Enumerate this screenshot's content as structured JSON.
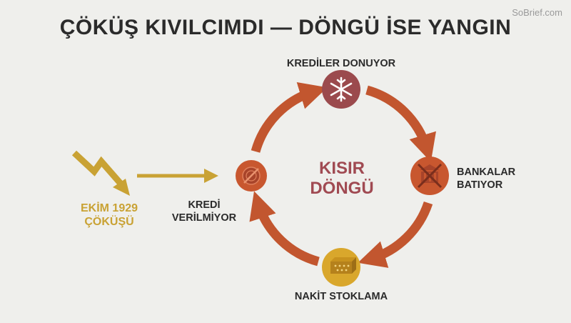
{
  "header": {
    "title": "ÇÖKÜŞ KIVILCIMDI — DÖNGÜ İSE YANGIN",
    "watermark": "SoBrief.com"
  },
  "cycle": {
    "center_line1": "KISIR",
    "center_line2": "DÖNGÜ",
    "nodes": [
      {
        "label_line1": "KREDİLER DONUYOR",
        "label_line2": "",
        "icon": "snowflake-icon",
        "color": "#9b4a4d"
      },
      {
        "label_line1": "BANKALAR",
        "label_line2": "BATIYOR",
        "icon": "crossed-bank-icon",
        "color": "#c8572f"
      },
      {
        "label_line1": "NAKİT STOKLAMA",
        "label_line2": "",
        "icon": "cash-box-icon",
        "color": "#d9a72c"
      },
      {
        "label_line1": "KREDİ",
        "label_line2": "VERİLMİYOR",
        "icon": "no-coin-icon",
        "color": "#c8572f"
      }
    ],
    "arrow_color": "#c2562f"
  },
  "trigger": {
    "label_line1": "EKİM 1929",
    "label_line2": "ÇÖKÜŞÜ",
    "icon": "crash-zigzag-icon",
    "color": "#c9a234"
  }
}
